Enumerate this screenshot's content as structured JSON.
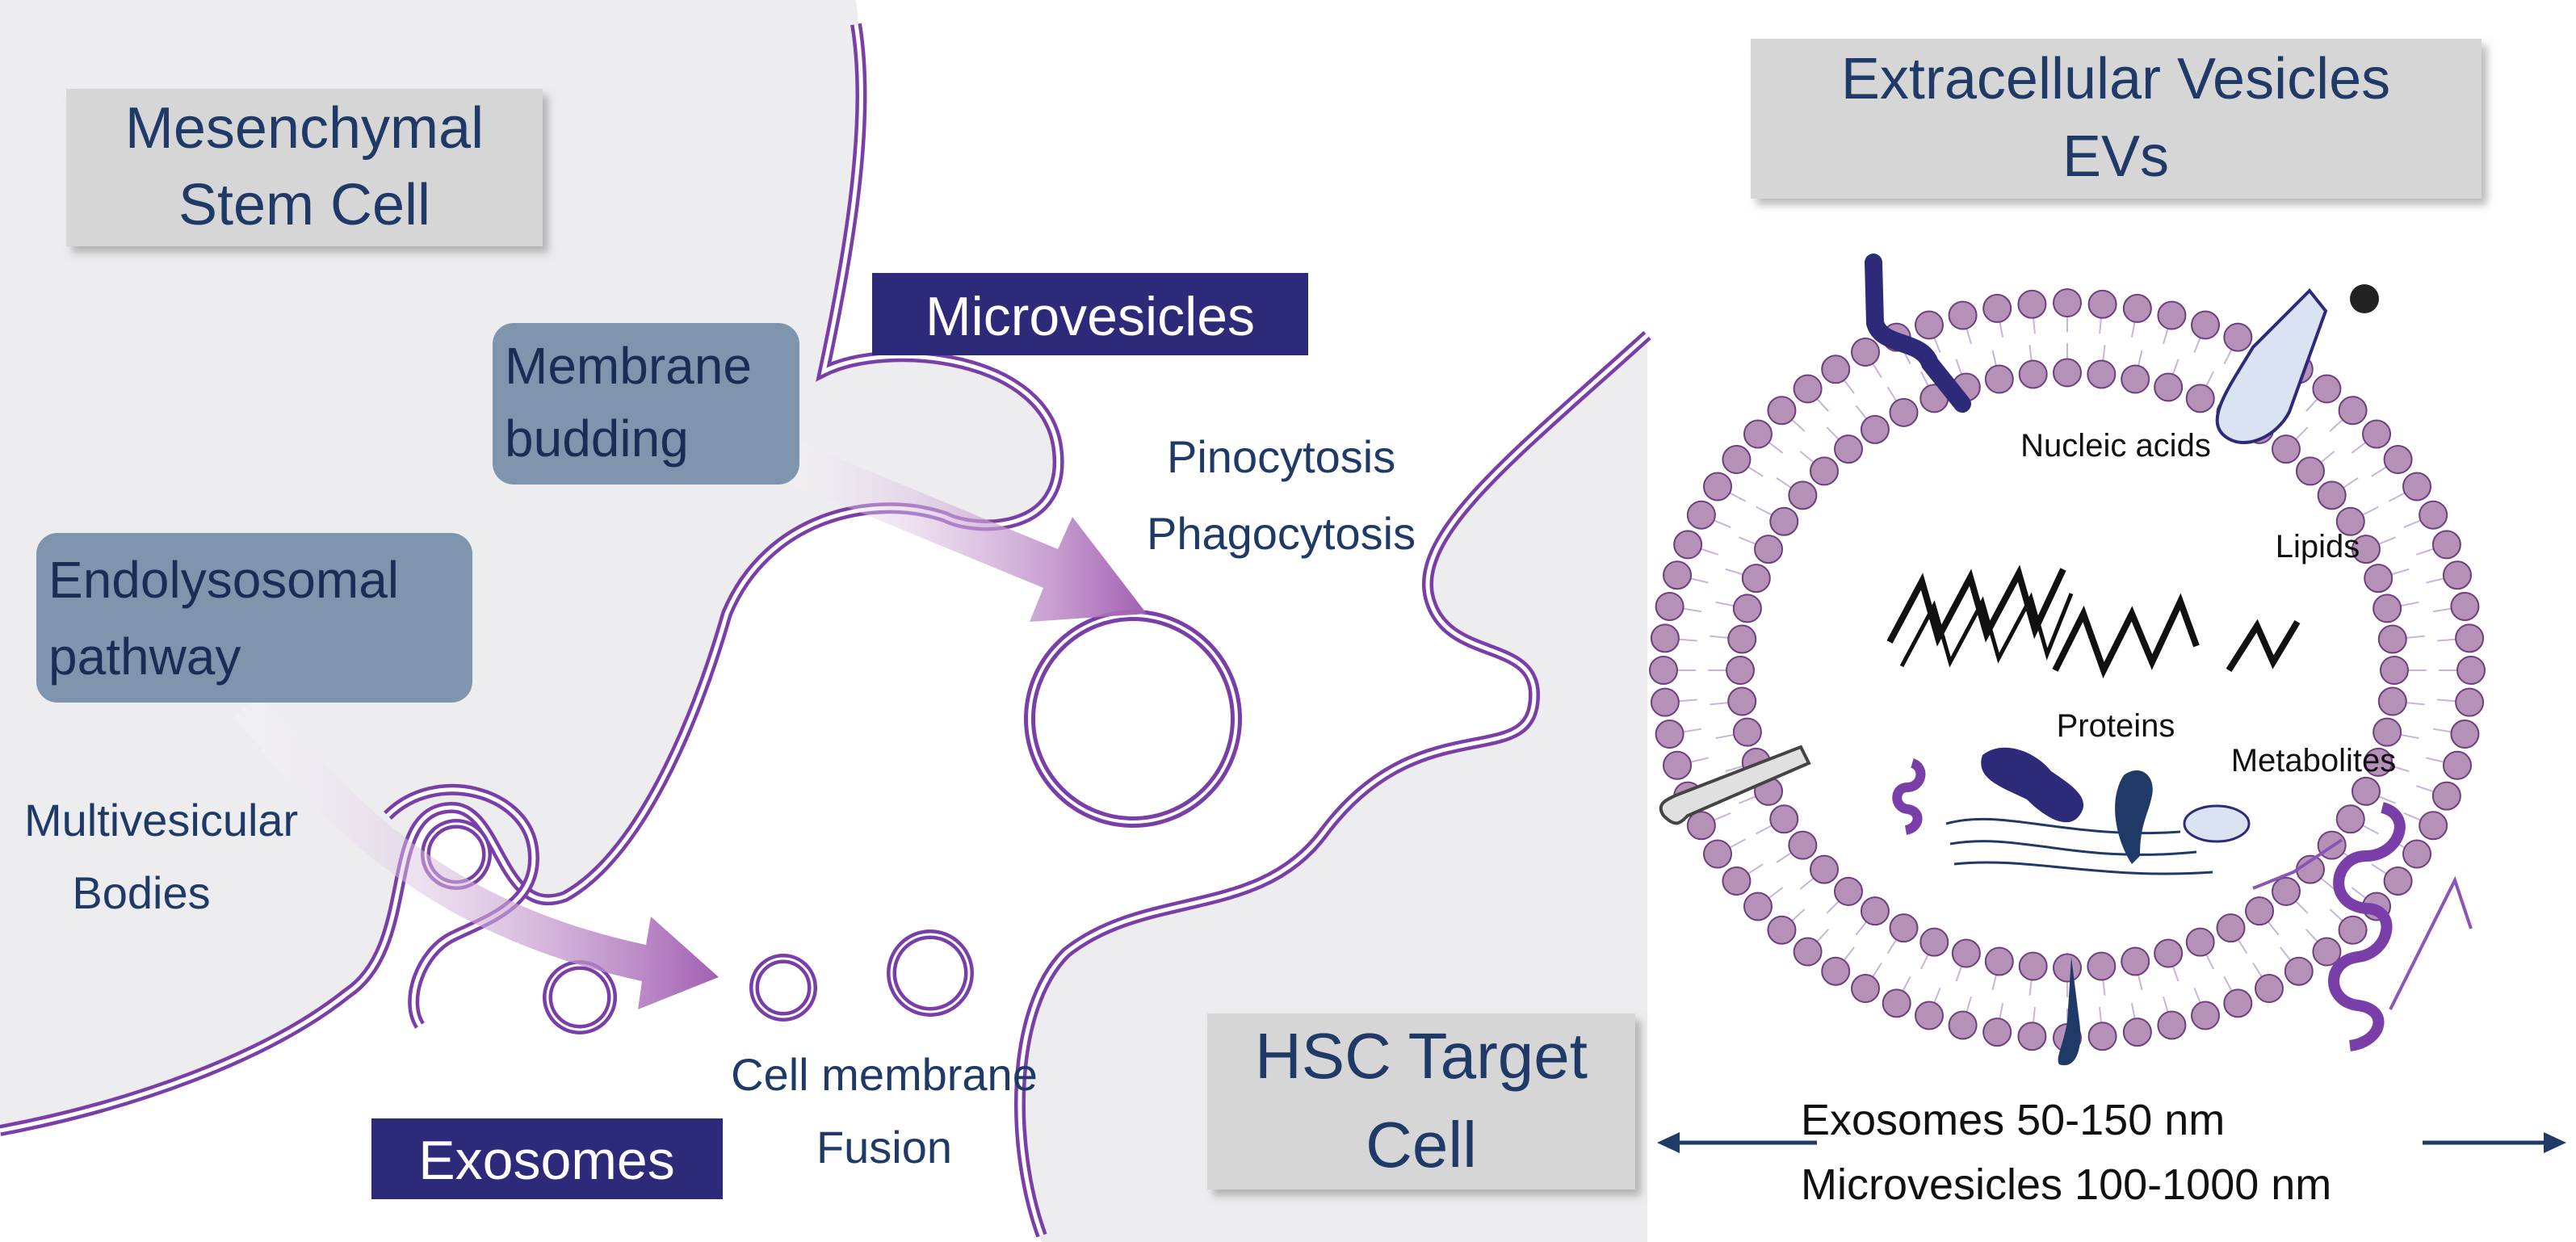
{
  "labels": {
    "mesenchymal_line1": "Mesenchymal",
    "mesenchymal_line2": "Stem Cell",
    "ev_title_line1": "Extracellular Vesicles",
    "ev_title_line2": "EVs",
    "microvesicles": "Microvesicles",
    "membrane_budding_line1": "Membrane",
    "membrane_budding_line2": "budding",
    "endolysosomal_line1": "Endolysosomal",
    "endolysosomal_line2": "pathway",
    "multivesicular_line1": "Multivesicular",
    "multivesicular_line2": "Bodies",
    "pinocytosis": "Pinocytosis",
    "phagocytosis": "Phagocytosis",
    "cell_membrane": "Cell membrane",
    "fusion": "Fusion",
    "exosomes": "Exosomes",
    "hsc_line1": "HSC Target",
    "hsc_line2": "Cell",
    "nucleic_acids": "Nucleic acids",
    "lipids": "Lipids",
    "proteins": "Proteins",
    "metabolites": "Metabolites",
    "size_exosomes": "Exosomes 50-150 nm",
    "size_microvesicles": "Microvesicles 100-1000 nm"
  },
  "colors": {
    "membrane_purple": "#7a3ea8",
    "label_box_gray": "#d6d6d6",
    "label_box_blue": "#7f95ad",
    "dark_navy": "#2e2a7a",
    "text_navy": "#1f3a66",
    "cell_fill": "#ededef",
    "lipid_head": "#b691b7",
    "arrow_navy": "#1f3a66"
  }
}
